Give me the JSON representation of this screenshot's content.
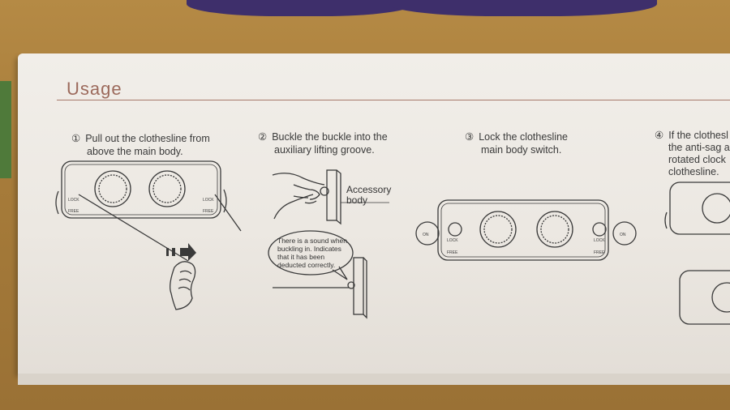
{
  "section": {
    "title": "Usage"
  },
  "steps": [
    {
      "number": "①",
      "line1": "Pull out the clothesline from",
      "line2": "above the main body."
    },
    {
      "number": "②",
      "line1": "Buckle the buckle into the",
      "line2": "auxiliary lifting groove."
    },
    {
      "number": "③",
      "line1": "Lock the clothesline",
      "line2": "main body switch."
    },
    {
      "number": "④",
      "line1": "If the clothesl",
      "line2": "the anti-sag a",
      "line3": "rotated clock",
      "line4": "clothesline."
    }
  ],
  "labels": {
    "accessory_line1": "Accessory",
    "accessory_line2": "body",
    "bubble_line1": "There is a sound when",
    "bubble_line2": "buckling in. Indicates",
    "bubble_line3": "that it has been",
    "bubble_line4": "deducted correctly.",
    "lock": "LOCK",
    "free": "FREE",
    "onoff": "ON"
  },
  "colors": {
    "heading": "#9c6a5c",
    "line_art": "#3a3a3a",
    "box": "#efebe6",
    "table": "#a77c3a"
  }
}
